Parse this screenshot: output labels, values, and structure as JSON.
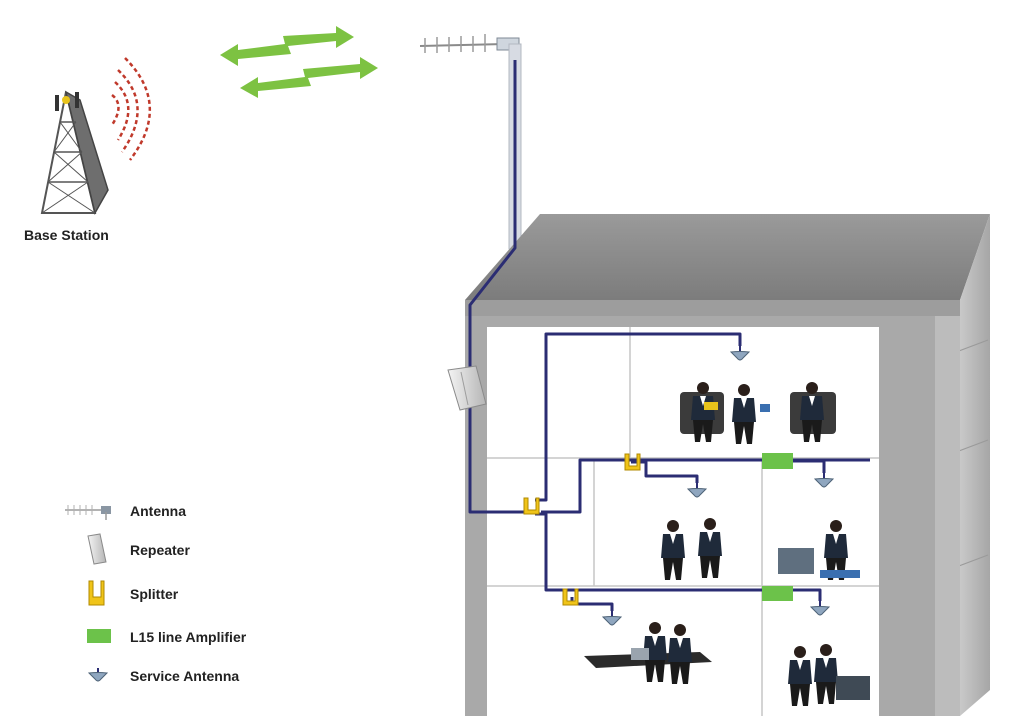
{
  "labels": {
    "base_station": "Base Station"
  },
  "legend": [
    {
      "icon": "antenna-icon",
      "label": "Antenna"
    },
    {
      "icon": "repeater-icon",
      "label": "Repeater"
    },
    {
      "icon": "splitter-icon",
      "label": "Splitter"
    },
    {
      "icon": "amplifier-icon",
      "label": "L15 line Amplifier"
    },
    {
      "icon": "service-antenna-icon",
      "label": "Service Antenna"
    }
  ],
  "colors": {
    "cable": "#2b2d73",
    "signal_arrow": "#7dc242",
    "signal_wave": "#c0392b",
    "splitter": "#f0c419",
    "amplifier": "#6cc24a",
    "building_roof": "#8f8f8f",
    "building_side": "#b8b8b8",
    "building_wall": "#a9a9a9",
    "floor_line": "#bfbfbf"
  }
}
